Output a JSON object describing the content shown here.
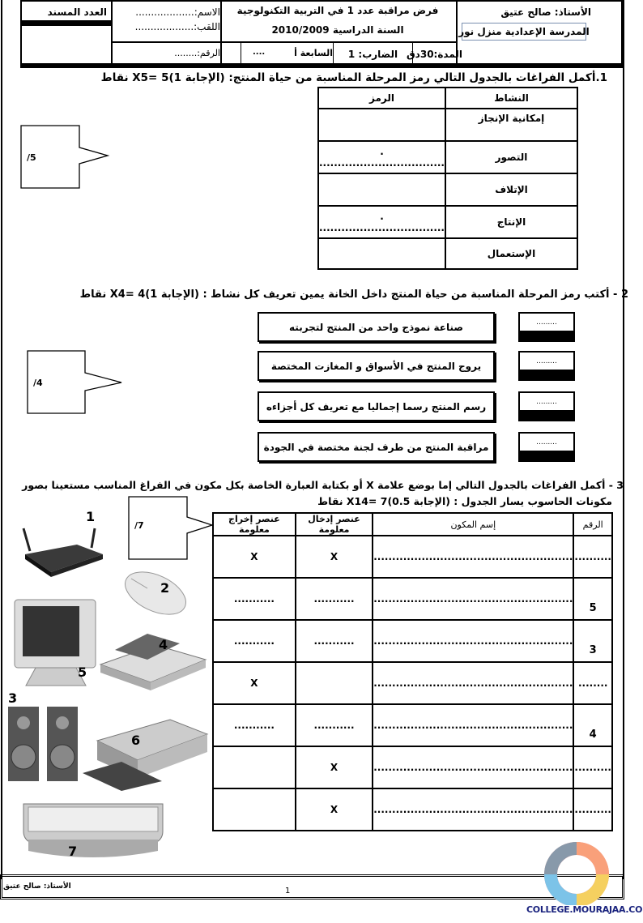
{
  "header": {
    "teacher": "الأستاذ: صالح عتيق",
    "school": "المدرسة الإعدادية منزل نور",
    "exam_title": "فرض مراقبة عدد 1 في التربية التكنولوجية",
    "school_year": "السنة الدراسية 2010/2009",
    "name_field": "الاسم:...................",
    "surname_field": "اللقب:...................",
    "score_label": "العدد المسند",
    "duration": "المدة:30دق",
    "coefficient": "الضارب: 1",
    "class": "السابعة أ",
    "class_dots": "....",
    "number_field": "الرقم:........"
  },
  "q1": {
    "title": "1.أكمل الفراغات بالجدول التالي رمز المرحلة المناسبة من حياة المنتج: (الإجابة 1)X5= 5 نقاط",
    "score": "5/",
    "headers": [
      "الرمز",
      "النشاط"
    ],
    "rows": [
      {
        "activity": "إمكانية الإنجاز",
        "symbol": ""
      },
      {
        "activity": "التصور",
        "symbol": ". .................................."
      },
      {
        "activity": "الإتلاف",
        "symbol": ""
      },
      {
        "activity": "الإنتاج",
        "symbol": ". .................................."
      },
      {
        "activity": "الإستعمال",
        "symbol": ""
      }
    ]
  },
  "q2": {
    "title": "2 - أكتب رمز المرحلة المناسبة من حياة المنتج داخل الخانة يمين تعريف كل نشاط : (الإجابة 1)X4= 4 نقاط",
    "score": "4/",
    "items": [
      {
        "text": "صناعة نموذج واحد من المنتج   لتجربته",
        "answer": "........."
      },
      {
        "text": "يروج المنتج في الأسواق و المغازت المختصة",
        "answer": "........."
      },
      {
        "text": "رسم المنتج رسما إجماليا مع تعريف كل أجزاءه",
        "answer": "........."
      },
      {
        "text": "مراقبة المنتج من طرف لجنة مختصة في الجودة",
        "answer": "........."
      }
    ]
  },
  "q3": {
    "title_line1": "3 - أكمل الفراغات بالجدول التالي إما بوضع علامة X أو بكتابة العبارة الخاصة بكل مكون في الفراغ المناسب مستعينا بصور",
    "title_line2": "مكونات الحاسوب  يسار الجدول : (الإجابة 0.5)X14= 7 نقاط",
    "score": "7/",
    "headers": [
      "عنصر إخراج معلومة",
      "عنصر إدخال معلومة",
      "إسم المكون",
      "الرقم"
    ],
    "rows": [
      {
        "output": "X",
        "input": "X",
        "name": "......................................................",
        "number": ".........."
      },
      {
        "output": "...........",
        "input": "...........",
        "name": "......................................................",
        "number": "5"
      },
      {
        "output": "...........",
        "input": "...........",
        "name": "......................................................",
        "number": "3"
      },
      {
        "output": "X",
        "input": "",
        "name": "......................................................",
        "number": "........"
      },
      {
        "output": "...........",
        "input": "...........",
        "name": "......................................................",
        "number": "4"
      },
      {
        "output": "",
        "input": "X",
        "name": "......................................................",
        "number": ".........."
      },
      {
        "output": "",
        "input": "X",
        "name": "......................................................",
        "number": ".........."
      }
    ],
    "images": [
      {
        "label": "1",
        "icon": "router-icon"
      },
      {
        "label": "2",
        "icon": "mouse-icon"
      },
      {
        "label": "5",
        "icon": "monitor-icon"
      },
      {
        "label": "4",
        "icon": "scanner-icon"
      },
      {
        "label": "3",
        "icon": "speakers-icon"
      },
      {
        "label": "6",
        "icon": "printer-icon"
      },
      {
        "label": "7",
        "icon": "keyboard-icon"
      }
    ]
  },
  "footer": {
    "teacher": "الأستاذ: صالح عتيق",
    "page_number": "1",
    "site_logo": "COLLEGE.MOURAJAA.COM"
  }
}
